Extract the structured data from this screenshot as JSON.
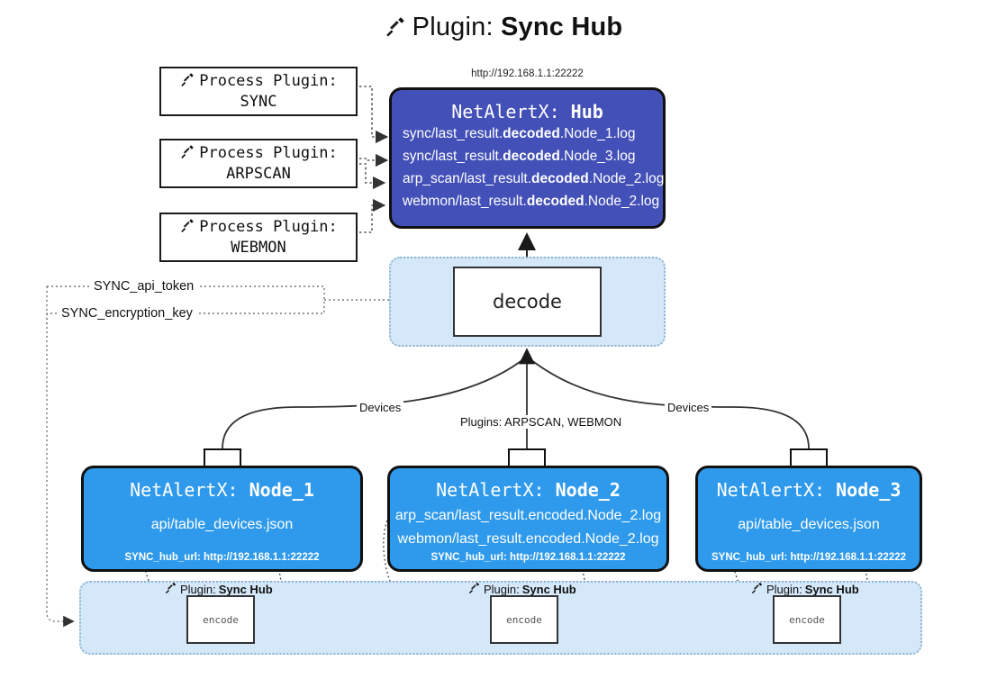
{
  "title": {
    "prefix": "Plugin:",
    "name": "Sync Hub",
    "icon": "plug-icon"
  },
  "hub": {
    "url": "http://192.168.1.1:22222",
    "title_prefix": "NetAlertX:",
    "title_name": "Hub",
    "lines": [
      {
        "pre": "sync/last_result.",
        "mid": "decoded",
        "post": ".Node_1.log"
      },
      {
        "pre": "sync/last_result.",
        "mid": "decoded",
        "post": ".Node_3.log"
      },
      {
        "pre": "arp_scan/last_result.",
        "mid": "decoded",
        "post": ".Node_2.log"
      },
      {
        "pre": "webmon/last_result.",
        "mid": "decoded",
        "post": ".Node_2.log"
      }
    ],
    "color": "#4350b7"
  },
  "process_plugins": [
    {
      "label": "Process Plugin:",
      "name": "SYNC"
    },
    {
      "label": "Process Plugin:",
      "name": "ARPSCAN"
    },
    {
      "label": "Process Plugin:",
      "name": "WEBMON"
    }
  ],
  "decode": {
    "label": "decode"
  },
  "tokens": [
    {
      "label": "SYNC_api_token"
    },
    {
      "label": "SYNC_encryption_key"
    }
  ],
  "flow_labels": {
    "devices_left": "Devices",
    "devices_right": "Devices",
    "plugins_mid": "Plugins: ARPSCAN, WEBMON"
  },
  "nodes": [
    {
      "title_prefix": "NetAlertX:",
      "title_name": "Node_1",
      "lines": [
        "api/table_devices.json"
      ],
      "footer": "SYNC_hub_url: http://192.168.1.1:22222",
      "icon": "envelope-icon"
    },
    {
      "title_prefix": "NetAlertX:",
      "title_name": "Node_2",
      "lines": [
        "arp_scan/last_result.encoded.Node_2.log",
        "webmon/last_result.encoded.Node_2.log"
      ],
      "footer": "SYNC_hub_url: http://192.168.1.1:22222",
      "icon": "envelope-icon"
    },
    {
      "title_prefix": "NetAlertX:",
      "title_name": "Node_3",
      "lines": [
        "api/table_devices.json"
      ],
      "footer": "SYNC_hub_url: http://192.168.1.1:22222",
      "icon": "envelope-icon"
    }
  ],
  "encoders": [
    {
      "label_prefix": "Plugin:",
      "label_name": "Sync Hub",
      "box": "encode"
    },
    {
      "label_prefix": "Plugin:",
      "label_name": "Sync Hub",
      "box": "encode"
    },
    {
      "label_prefix": "Plugin:",
      "label_name": "Sync Hub",
      "box": "encode"
    }
  ],
  "colors": {
    "hub_blue": "#4350b7",
    "node_blue": "#2f9aec",
    "band_blue": "#d5e8fa",
    "stroke": "#333333"
  }
}
